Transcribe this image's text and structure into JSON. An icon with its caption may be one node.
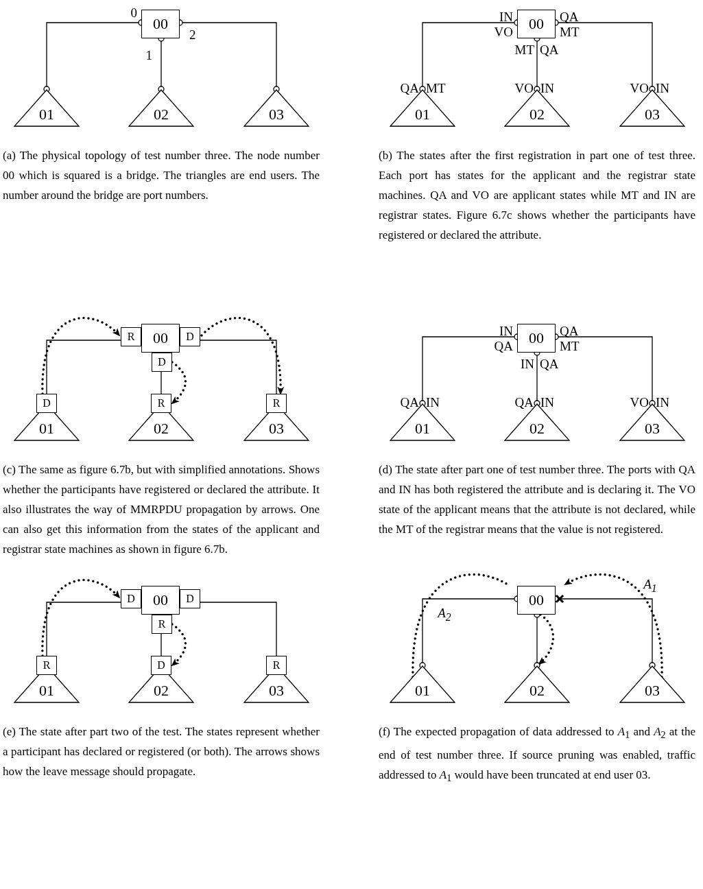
{
  "diagram": {
    "nodes": [
      {
        "text": [
          "00"
        ]
      },
      {
        "text": [
          "01"
        ]
      },
      {
        "text": [
          "02"
        ]
      },
      {
        "text": [
          "03"
        ]
      },
      {
        "text": [
          "00"
        ]
      },
      {
        "text": [
          "01"
        ]
      },
      {
        "text": [
          "02"
        ]
      },
      {
        "text": [
          "03"
        ]
      },
      {
        "text": [
          "R"
        ]
      },
      {
        "text": [
          "00"
        ]
      },
      {
        "text": [
          "D"
        ]
      },
      {
        "text": [
          "D"
        ]
      },
      {
        "text": [
          "D"
        ]
      },
      {
        "text": [
          "R"
        ]
      },
      {
        "text": [
          "R"
        ]
      },
      {
        "text": [
          "01"
        ]
      },
      {
        "text": [
          "02"
        ]
      },
      {
        "text": [
          "03"
        ]
      },
      {
        "text": [
          "00"
        ]
      },
      {
        "text": [
          "01"
        ]
      },
      {
        "text": [
          "02"
        ]
      },
      {
        "text": [
          "03"
        ]
      },
      {
        "text": [
          "D"
        ]
      },
      {
        "text": [
          "00"
        ]
      },
      {
        "text": [
          "D"
        ]
      },
      {
        "text": [
          "R"
        ]
      },
      {
        "text": [
          "R"
        ]
      },
      {
        "text": [
          "D"
        ]
      },
      {
        "text": [
          "R"
        ]
      },
      {
        "text": [
          "01"
        ]
      },
      {
        "text": [
          "02"
        ]
      },
      {
        "text": [
          "03"
        ]
      },
      {
        "text": [
          "00"
        ]
      },
      {
        "text": [
          "01"
        ]
      },
      {
        "text": [
          "02"
        ]
      },
      {
        "text": [
          "03"
        ]
      }
    ],
    "edges": [
      {
        "from": 0,
        "to": 1,
        "arrow": "other"
      },
      {
        "from": 0,
        "to": 2,
        "arrow": "other"
      },
      {
        "from": 0,
        "to": 3,
        "arrow": "other"
      },
      {
        "from": 4,
        "to": 5,
        "arrow": "other"
      },
      {
        "from": 4,
        "to": 6,
        "arrow": "other"
      },
      {
        "from": 4,
        "to": 7,
        "arrow": "other"
      },
      {
        "from": 8,
        "to": 12,
        "arrow": "none"
      },
      {
        "from": 11,
        "to": 13,
        "arrow": "none"
      },
      {
        "from": 10,
        "to": 14,
        "arrow": "none"
      },
      {
        "from": 12,
        "to": 8,
        "arrow": "to",
        "style": "dashed"
      },
      {
        "from": 11,
        "to": 13,
        "arrow": "to",
        "style": "dashed"
      },
      {
        "from": 10,
        "to": 14,
        "arrow": "to",
        "style": "dashed"
      },
      {
        "from": 18,
        "to": 19,
        "arrow": "other"
      },
      {
        "from": 18,
        "to": 20,
        "arrow": "other"
      },
      {
        "from": 18,
        "to": 21,
        "arrow": "other"
      },
      {
        "from": 22,
        "to": 26,
        "arrow": "none"
      },
      {
        "from": 25,
        "to": 27,
        "arrow": "none"
      },
      {
        "from": 24,
        "to": 28,
        "arrow": "none"
      },
      {
        "from": 26,
        "to": 22,
        "arrow": "to",
        "style": "dashed"
      },
      {
        "from": 25,
        "to": 27,
        "arrow": "to",
        "style": "dashed"
      },
      {
        "from": 32,
        "to": 33,
        "arrow": "other"
      },
      {
        "from": 32,
        "to": 34,
        "arrow": "other"
      },
      {
        "from": 32,
        "to": 35,
        "arrow": "other"
      },
      {
        "from": 33,
        "to": 32,
        "arrow": "none",
        "style": "dashed"
      },
      {
        "from": 32,
        "to": 34,
        "arrow": "to",
        "style": "dashed"
      },
      {
        "from": 35,
        "to": 32,
        "arrow": "to",
        "style": "dashed"
      }
    ],
    "labels": [
      "0",
      "2",
      "1",
      "IN",
      "QA",
      "VO",
      "MT",
      "MT",
      "QA",
      "QA",
      "MT",
      "VO",
      "IN",
      "VO",
      "IN",
      "(a) The physical topology of test number three. The node number 00 which is squared is a bridge. The triangles are end users. The number around the bridge are port numbers.",
      "(b) The states after the first registration in part one of test three. Each port has states for the applicant and the registrar state machines. QA and VO are applicant states while MT and IN are registrar states. Figure 6.7c shows whether the participants have registered or declared the attribute.",
      "IN",
      "QA",
      "QA",
      "MT",
      "IN",
      "QA",
      "QA",
      "IN",
      "QA",
      "IN",
      "VO",
      "IN",
      "(c) The same as figure 6.7b, but with simplified annotations. Shows whether the participants have registered or declared the attribute. It also illustrates the way of MMRPDU propagation by arrows. One can also get this information from the states of the applicant and registrar state machines as shown in figure 6.7b.",
      "(d) The state after part one of test number three. The ports with QA and IN has both registered the attribute and is declaring it. The VO state of the applicant means that the attribute is not declared, while the MT of the registrar means that the value is not registered.",
      "A$_{1}$",
      "A$_{2}$",
      "(e) The state after part two of the test. The states represent whether a participant has declared or registered (or both). The arrows shows how the leave message should propagate.",
      "(f) The expected propagation of data addressed to *A*$_{1}$ and *A*$_{2}$ at the end of test number three. If source pruning was enabled, traffic addressed to *A*$_{1}$ would have been truncated at end user 03."
    ]
  }
}
